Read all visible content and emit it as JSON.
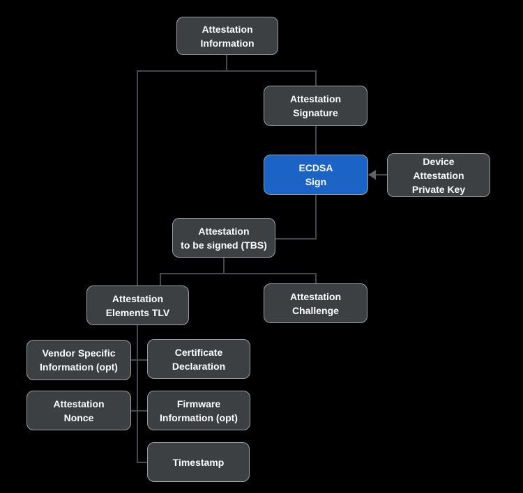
{
  "diagram": {
    "title": "Attestation Information signing flow",
    "colors": {
      "background": "#000000",
      "node_fill": "#3c4043",
      "node_border": "#9aa0a6",
      "highlight_fill": "#1b63c5",
      "connector": "#44484d",
      "arrowhead": "#5f6368",
      "text": "#ffffff"
    },
    "nodes": {
      "attestation_information": {
        "label": [
          "Attestation",
          "Information"
        ]
      },
      "attestation_signature": {
        "label": [
          "Attestation",
          "Signature"
        ]
      },
      "ecdsa_sign": {
        "label": [
          "ECDSA",
          "Sign"
        ]
      },
      "device_attestation_private_key": {
        "label": [
          "Device",
          "Attestation",
          "Private Key"
        ]
      },
      "attestation_tbs": {
        "label": [
          "Attestation",
          "to be signed (TBS)"
        ]
      },
      "attestation_elements_tlv": {
        "label": [
          "Attestation",
          "Elements TLV"
        ]
      },
      "attestation_challenge": {
        "label": [
          "Attestation",
          "Challenge"
        ]
      },
      "vendor_specific_information": {
        "label": [
          "Vendor Specific",
          "Information (opt)"
        ]
      },
      "certificate_declaration": {
        "label": [
          "Certificate",
          "Declaration"
        ]
      },
      "attestation_nonce": {
        "label": [
          "Attestation",
          "Nonce"
        ]
      },
      "firmware_information": {
        "label": [
          "Firmware",
          "Information (opt)"
        ]
      },
      "timestamp": {
        "label": [
          "Timestamp"
        ]
      }
    },
    "edges": [
      {
        "from": "attestation_information",
        "to": "attestation_signature",
        "arrow": false
      },
      {
        "from": "attestation_information",
        "to": "attestation_elements_tlv",
        "arrow": false
      },
      {
        "from": "attestation_signature",
        "to": "ecdsa_sign",
        "arrow": false
      },
      {
        "from": "device_attestation_private_key",
        "to": "ecdsa_sign",
        "arrow": true
      },
      {
        "from": "ecdsa_sign",
        "to": "attestation_tbs",
        "arrow": false
      },
      {
        "from": "attestation_tbs",
        "to": "attestation_elements_tlv",
        "arrow": false
      },
      {
        "from": "attestation_tbs",
        "to": "attestation_challenge",
        "arrow": false
      },
      {
        "from": "attestation_elements_tlv",
        "to": "vendor_specific_information",
        "arrow": false
      },
      {
        "from": "attestation_elements_tlv",
        "to": "certificate_declaration",
        "arrow": false
      },
      {
        "from": "attestation_elements_tlv",
        "to": "attestation_nonce",
        "arrow": false
      },
      {
        "from": "attestation_elements_tlv",
        "to": "firmware_information",
        "arrow": false
      },
      {
        "from": "attestation_elements_tlv",
        "to": "timestamp",
        "arrow": false
      }
    ]
  }
}
